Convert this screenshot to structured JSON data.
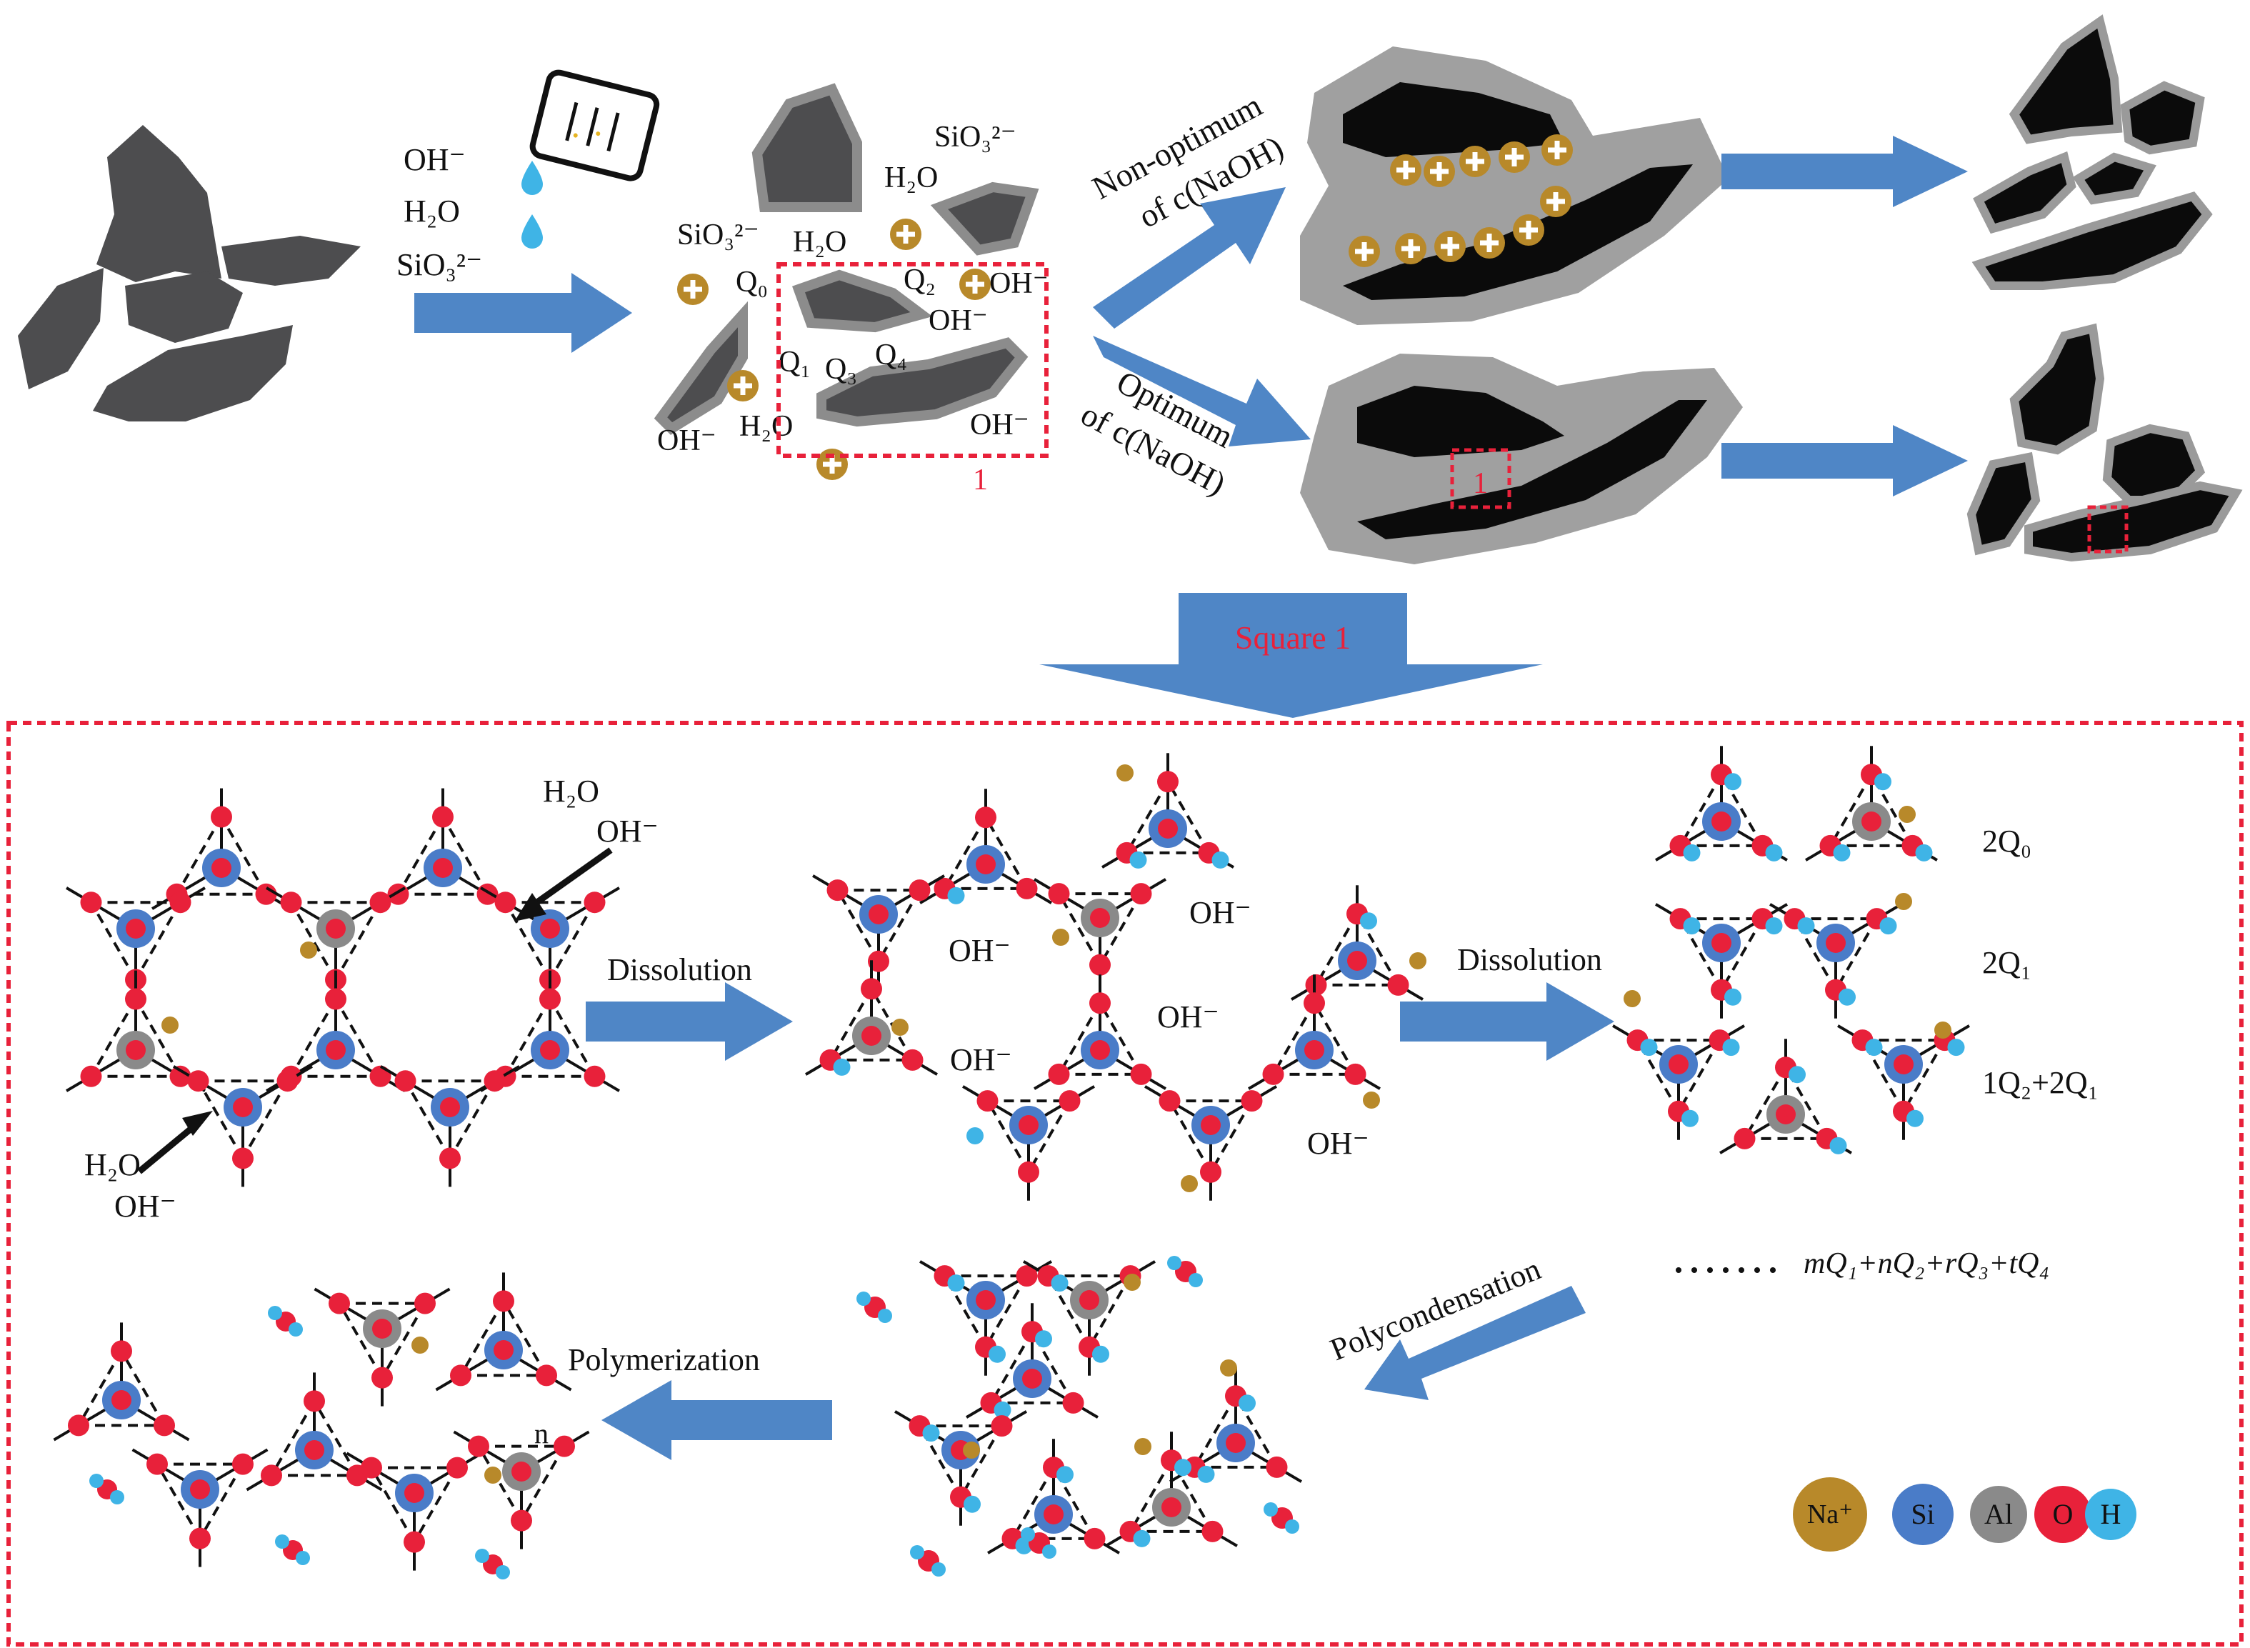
{
  "colors": {
    "arrow": "#4f86c6",
    "particle": "#4d4d4f",
    "gel_halo": "#a0a0a0",
    "solid_core": "#0b0b0b",
    "accent_red": "#e8213a",
    "na": "#b8892a",
    "si": "#4a7cc8",
    "al": "#8a8a8a",
    "o": "#e8213a",
    "h": "#3fb4e6"
  },
  "top": {
    "reagents": [
      "OH⁻",
      "H₂O",
      "SiO₃²⁻"
    ],
    "stage2_labels": {
      "sio3_a": "SiO₃²⁻",
      "sio3_b": "SiO₃²⁻",
      "h2o_a": "H₂O",
      "h2o_b": "H₂O",
      "h2o_c": "H₂O",
      "q0": "Q₀",
      "q1": "Q₁",
      "q2": "Q₂",
      "q3": "Q₃",
      "q4": "Q₄",
      "oh_a": "OH⁻",
      "oh_b": "OH⁻",
      "oh_c": "OH⁻",
      "oh_d": "OH⁻"
    },
    "box_number": "1",
    "branch_upper": [
      "Non-optimum",
      "of c(NaOH)"
    ],
    "branch_lower": [
      "Optimum",
      "of c(NaOH)"
    ],
    "square_label": "Square 1"
  },
  "bottom": {
    "step1_labels": {
      "h2o_top": "H₂O",
      "oh_top": "OH⁻",
      "h2o_bottom": "H₂O",
      "oh_bottom": "OH⁻"
    },
    "dissolution_1": "Dissolution",
    "step2_labels": {
      "oh_1": "OH⁻",
      "oh_2": "OH⁻",
      "oh_3": "OH⁻",
      "oh_4": "OH⁻",
      "oh_5": "OH⁻"
    },
    "dissolution_2": "Dissolution",
    "fragments": [
      "2Q₀",
      "2Q₁",
      "1Q₂+2Q₁"
    ],
    "sum_formula": "mQ₁+nQ₂+rQ₃+tQ₄",
    "polycondensation": "Polycondensation",
    "polymerization": "Polymerization",
    "repeat_n": "n",
    "legend": [
      {
        "label": "Na⁺",
        "color": "#b8892a"
      },
      {
        "label": "Si",
        "color": "#4a7cc8"
      },
      {
        "label": "Al",
        "color": "#8a8a8a"
      },
      {
        "label": "O",
        "color": "#e8213a"
      },
      {
        "label": "H",
        "color": "#3fb4e6"
      }
    ]
  }
}
